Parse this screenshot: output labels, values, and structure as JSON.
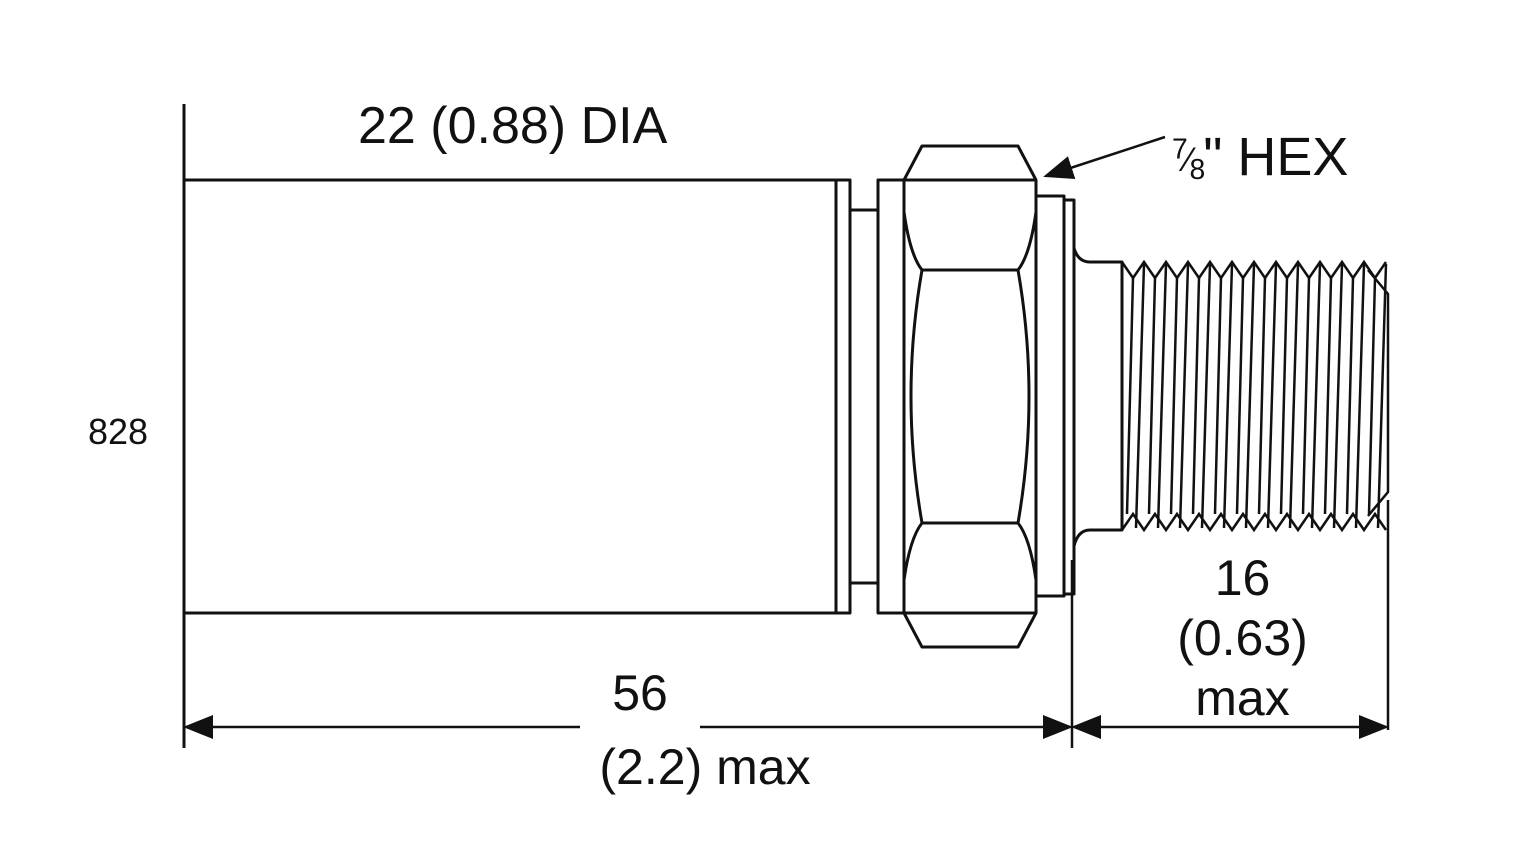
{
  "diagram": {
    "model_label": "828",
    "diameter_label": "22 (0.88) DIA",
    "hex_label": {
      "numerator": "7",
      "denominator": "8",
      "inch_mark": "\"",
      "text": "HEX"
    },
    "overall_length": {
      "metric": "56",
      "imperial": "(2.2) max"
    },
    "thread_length": {
      "metric": "16",
      "imperial": "(0.63)",
      "qualifier": "max"
    },
    "line_color": "#111111",
    "background_color": "#ffffff"
  }
}
